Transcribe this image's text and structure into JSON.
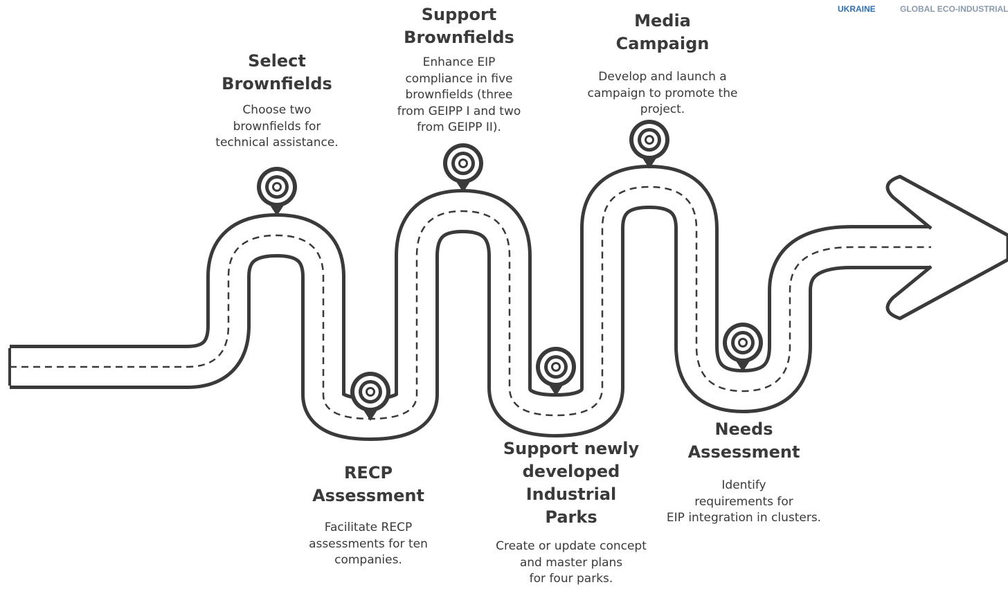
{
  "header": {
    "logo_ukraine": "UKRAINE",
    "logo_program": "GLOBAL ECO-INDUSTRIAL PARKS PROGRAMME"
  },
  "steps": [
    {
      "title": "Select\nBrownfields",
      "desc": "Choose two\nbrownfields for\ntechnical assistance.",
      "icon": "location-pin-icon"
    },
    {
      "title": "RECP\nAssessment",
      "desc": "Facilitate RECP\nassessments for ten\ncompanies.",
      "icon": "location-pin-icon"
    },
    {
      "title": "Support\nBrownfields",
      "desc": "Enhance EIP\ncompliance in five\nbrownfields (three\nfrom GEIPP I and two\nfrom GEIPP II).",
      "icon": "location-pin-icon"
    },
    {
      "title": "Support newly\ndeveloped\nIndustrial\nParks",
      "desc": "Create or update concept\nand master plans\nfor four parks.",
      "icon": "location-pin-icon"
    },
    {
      "title": "Media\nCampaign",
      "desc": "Develop and launch a\ncampaign to promote the\nproject.",
      "icon": "location-pin-icon"
    },
    {
      "title": "Needs\nAssessment",
      "desc": "Identify\nrequirements for\nEIP integration in clusters.",
      "icon": "location-pin-icon"
    }
  ],
  "colors": {
    "ink": "#3a3a3a",
    "road_fill": "#ffffff",
    "brand": "#2f6fb0"
  }
}
